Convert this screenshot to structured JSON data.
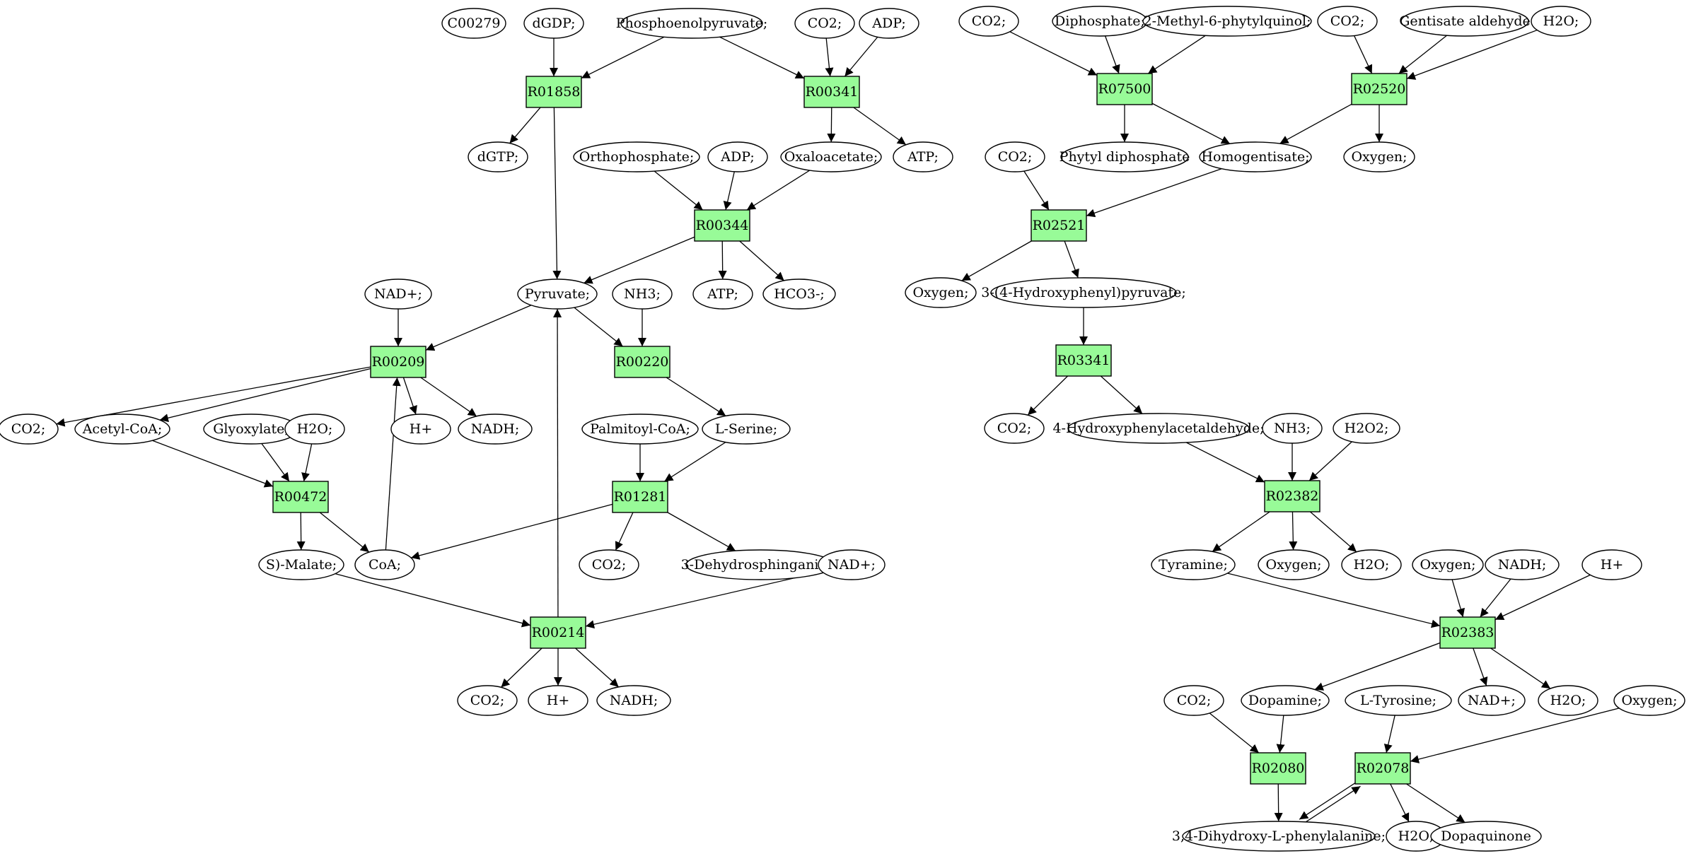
{
  "colors": {
    "reaction_fill": "#98FB98",
    "metabolite_fill": "#FFFFFF",
    "highlight_green": "#00EE00",
    "highlight_yellow": "#FFFF00",
    "stroke": "#000000"
  },
  "nodes": {
    "C00279": {
      "label": "C00279",
      "kind": "metabolite",
      "color": "#00EE00"
    },
    "dGDP": {
      "label": "dGDP;",
      "kind": "metabolite"
    },
    "PEP": {
      "label": "Phosphoenolpyruvate;",
      "kind": "metabolite",
      "color": "#00EE00"
    },
    "CO2_a": {
      "label": "CO2;",
      "kind": "metabolite"
    },
    "ADP_a": {
      "label": "ADP;",
      "kind": "metabolite"
    },
    "R01858": {
      "label": "R01858",
      "kind": "reaction"
    },
    "R00341": {
      "label": "R00341",
      "kind": "reaction"
    },
    "dGTP": {
      "label": "dGTP;",
      "kind": "metabolite"
    },
    "Orthophosphate": {
      "label": "Orthophosphate;",
      "kind": "metabolite"
    },
    "ADP_b": {
      "label": "ADP;",
      "kind": "metabolite"
    },
    "Oxaloacetate": {
      "label": "Oxaloacetate;",
      "kind": "metabolite"
    },
    "ATP_a": {
      "label": "ATP;",
      "kind": "metabolite"
    },
    "R00344": {
      "label": "R00344",
      "kind": "reaction"
    },
    "Pyruvate": {
      "label": "Pyruvate;",
      "kind": "metabolite"
    },
    "ATP_b": {
      "label": "ATP;",
      "kind": "metabolite"
    },
    "HCO3": {
      "label": "HCO3-;",
      "kind": "metabolite"
    },
    "NAD_a": {
      "label": "NAD+;",
      "kind": "metabolite"
    },
    "NH3_a": {
      "label": "NH3;",
      "kind": "metabolite"
    },
    "R00209": {
      "label": "R00209",
      "kind": "reaction"
    },
    "R00220": {
      "label": "R00220",
      "kind": "reaction"
    },
    "CO2_b": {
      "label": "CO2;",
      "kind": "metabolite"
    },
    "AcetylCoA": {
      "label": "Acetyl-CoA;",
      "kind": "metabolite"
    },
    "Glyoxylate": {
      "label": "Glyoxylate;",
      "kind": "metabolite"
    },
    "H2O_a": {
      "label": "H2O;",
      "kind": "metabolite"
    },
    "Hplus_a": {
      "label": "H+",
      "kind": "metabolite"
    },
    "NADH_a": {
      "label": "NADH;",
      "kind": "metabolite"
    },
    "PalmitoylCoA": {
      "label": "Palmitoyl-CoA;",
      "kind": "metabolite"
    },
    "LSerine": {
      "label": "L-Serine;",
      "kind": "metabolite"
    },
    "R00472": {
      "label": "R00472",
      "kind": "reaction"
    },
    "R01281": {
      "label": "R01281",
      "kind": "reaction"
    },
    "SMalate": {
      "label": "S)-Malate;",
      "kind": "metabolite"
    },
    "CoA": {
      "label": "CoA;",
      "kind": "metabolite"
    },
    "CO2_c": {
      "label": "CO2;",
      "kind": "metabolite"
    },
    "Dehydrosph": {
      "label": "3-Dehydrosphinganine;",
      "kind": "metabolite"
    },
    "NAD_b": {
      "label": "NAD+;",
      "kind": "metabolite"
    },
    "R00214": {
      "label": "R00214",
      "kind": "reaction"
    },
    "CO2_d": {
      "label": "CO2;",
      "kind": "metabolite"
    },
    "Hplus_b": {
      "label": "H+",
      "kind": "metabolite"
    },
    "NADH_b": {
      "label": "NADH;",
      "kind": "metabolite"
    },
    "CO2_e": {
      "label": "CO2;",
      "kind": "metabolite"
    },
    "Diphosphate": {
      "label": "Diphosphate;",
      "kind": "metabolite"
    },
    "MethylPhytylquinol": {
      "label": "2-Methyl-6-phytylquinol;",
      "kind": "metabolite"
    },
    "CO2_f": {
      "label": "CO2;",
      "kind": "metabolite"
    },
    "Gentisate": {
      "label": "Gentisate aldehyde",
      "kind": "metabolite"
    },
    "H2O_b": {
      "label": "H2O;",
      "kind": "metabolite"
    },
    "R07500": {
      "label": "R07500",
      "kind": "reaction"
    },
    "R02520": {
      "label": "R02520",
      "kind": "reaction"
    },
    "PhytylDiphosphate": {
      "label": "Phytyl diphosphate",
      "kind": "metabolite"
    },
    "Homogentisate": {
      "label": "Homogentisate;",
      "kind": "metabolite"
    },
    "Oxygen_a": {
      "label": "Oxygen;",
      "kind": "metabolite"
    },
    "CO2_g": {
      "label": "CO2;",
      "kind": "metabolite"
    },
    "R02521": {
      "label": "R02521",
      "kind": "reaction"
    },
    "Oxygen_b": {
      "label": "Oxygen;",
      "kind": "metabolite"
    },
    "HPP": {
      "label": "3-(4-Hydroxyphenyl)pyruvate;",
      "kind": "metabolite"
    },
    "R03341": {
      "label": "R03341",
      "kind": "reaction"
    },
    "CO2_h": {
      "label": "CO2;",
      "kind": "metabolite"
    },
    "HPAA": {
      "label": "4-Hydroxyphenylacetaldehyde;",
      "kind": "metabolite"
    },
    "NH3_b": {
      "label": "NH3;",
      "kind": "metabolite"
    },
    "H2O2": {
      "label": "H2O2;",
      "kind": "metabolite"
    },
    "R02382": {
      "label": "R02382",
      "kind": "reaction"
    },
    "Tyramine": {
      "label": "Tyramine;",
      "kind": "metabolite"
    },
    "Oxygen_c": {
      "label": "Oxygen;",
      "kind": "metabolite"
    },
    "H2O_c": {
      "label": "H2O;",
      "kind": "metabolite"
    },
    "Oxygen_d": {
      "label": "Oxygen;",
      "kind": "metabolite"
    },
    "NADH_c": {
      "label": "NADH;",
      "kind": "metabolite"
    },
    "Hplus_c": {
      "label": "H+",
      "kind": "metabolite"
    },
    "R02383": {
      "label": "R02383",
      "kind": "reaction"
    },
    "CO2_i": {
      "label": "CO2;",
      "kind": "metabolite"
    },
    "Dopamine": {
      "label": "Dopamine;",
      "kind": "metabolite"
    },
    "LTyrosine": {
      "label": "L-Tyrosine;",
      "kind": "metabolite",
      "color": "#FFFF00"
    },
    "NAD_c": {
      "label": "NAD+;",
      "kind": "metabolite"
    },
    "H2O_d": {
      "label": "H2O;",
      "kind": "metabolite"
    },
    "Oxygen_e": {
      "label": "Oxygen;",
      "kind": "metabolite"
    },
    "R02080": {
      "label": "R02080",
      "kind": "reaction"
    },
    "R02078": {
      "label": "R02078",
      "kind": "reaction"
    },
    "LDOPA": {
      "label": "3,4-Dihydroxy-L-phenylalanine;",
      "kind": "metabolite"
    },
    "H2O_e": {
      "label": "H2O;",
      "kind": "metabolite"
    },
    "Dopaquinone": {
      "label": "Dopaquinone",
      "kind": "metabolite"
    }
  },
  "edges": [
    [
      "dGDP",
      "R01858"
    ],
    [
      "PEP",
      "R01858"
    ],
    [
      "R01858",
      "dGTP"
    ],
    [
      "R01858",
      "Pyruvate"
    ],
    [
      "PEP",
      "R00341"
    ],
    [
      "CO2_a",
      "R00341"
    ],
    [
      "ADP_a",
      "R00341"
    ],
    [
      "R00341",
      "Oxaloacetate"
    ],
    [
      "R00341",
      "ATP_a"
    ],
    [
      "Orthophosphate",
      "R00344"
    ],
    [
      "ADP_b",
      "R00344"
    ],
    [
      "Oxaloacetate",
      "R00344"
    ],
    [
      "R00344",
      "Pyruvate"
    ],
    [
      "R00344",
      "ATP_b"
    ],
    [
      "R00344",
      "HCO3"
    ],
    [
      "NAD_a",
      "R00209"
    ],
    [
      "Pyruvate",
      "R00209"
    ],
    [
      "CoA",
      "R00209"
    ],
    [
      "R00209",
      "CO2_b"
    ],
    [
      "R00209",
      "AcetylCoA"
    ],
    [
      "R00209",
      "Hplus_a"
    ],
    [
      "R00209",
      "NADH_a"
    ],
    [
      "Pyruvate",
      "R00220"
    ],
    [
      "NH3_a",
      "R00220"
    ],
    [
      "R00220",
      "LSerine"
    ],
    [
      "AcetylCoA",
      "R00472"
    ],
    [
      "Glyoxylate",
      "R00472"
    ],
    [
      "H2O_a",
      "R00472"
    ],
    [
      "R00472",
      "SMalate"
    ],
    [
      "R00472",
      "CoA"
    ],
    [
      "PalmitoylCoA",
      "R01281"
    ],
    [
      "LSerine",
      "R01281"
    ],
    [
      "R01281",
      "CoA"
    ],
    [
      "R01281",
      "CO2_c"
    ],
    [
      "R01281",
      "Dehydrosph"
    ],
    [
      "SMalate",
      "R00214"
    ],
    [
      "NAD_b",
      "R00214"
    ],
    [
      "R00214",
      "Pyruvate"
    ],
    [
      "R00214",
      "CO2_d"
    ],
    [
      "R00214",
      "Hplus_b"
    ],
    [
      "R00214",
      "NADH_b"
    ],
    [
      "CO2_e",
      "R07500"
    ],
    [
      "Diphosphate",
      "R07500"
    ],
    [
      "MethylPhytylquinol",
      "R07500"
    ],
    [
      "R07500",
      "PhytylDiphosphate"
    ],
    [
      "R07500",
      "Homogentisate"
    ],
    [
      "CO2_f",
      "R02520"
    ],
    [
      "Gentisate",
      "R02520"
    ],
    [
      "H2O_b",
      "R02520"
    ],
    [
      "R02520",
      "Homogentisate"
    ],
    [
      "R02520",
      "Oxygen_a"
    ],
    [
      "CO2_g",
      "R02521"
    ],
    [
      "Homogentisate",
      "R02521"
    ],
    [
      "R02521",
      "Oxygen_b"
    ],
    [
      "R02521",
      "HPP"
    ],
    [
      "HPP",
      "R03341"
    ],
    [
      "R03341",
      "CO2_h"
    ],
    [
      "R03341",
      "HPAA"
    ],
    [
      "HPAA",
      "R02382"
    ],
    [
      "NH3_b",
      "R02382"
    ],
    [
      "H2O2",
      "R02382"
    ],
    [
      "R02382",
      "Tyramine"
    ],
    [
      "R02382",
      "Oxygen_c"
    ],
    [
      "R02382",
      "H2O_c"
    ],
    [
      "Tyramine",
      "R02383"
    ],
    [
      "Oxygen_d",
      "R02383"
    ],
    [
      "NADH_c",
      "R02383"
    ],
    [
      "Hplus_c",
      "R02383"
    ],
    [
      "R02383",
      "Dopamine"
    ],
    [
      "R02383",
      "NAD_c"
    ],
    [
      "R02383",
      "H2O_d"
    ],
    [
      "CO2_i",
      "R02080"
    ],
    [
      "Dopamine",
      "R02080"
    ],
    [
      "R02080",
      "LDOPA"
    ],
    [
      "LTyrosine",
      "R02078"
    ],
    [
      "Oxygen_e",
      "R02078"
    ],
    [
      "LDOPA",
      "R02078"
    ],
    [
      "R02078",
      "LDOPA"
    ],
    [
      "R02078",
      "H2O_e"
    ],
    [
      "R02078",
      "Dopaquinone"
    ]
  ]
}
